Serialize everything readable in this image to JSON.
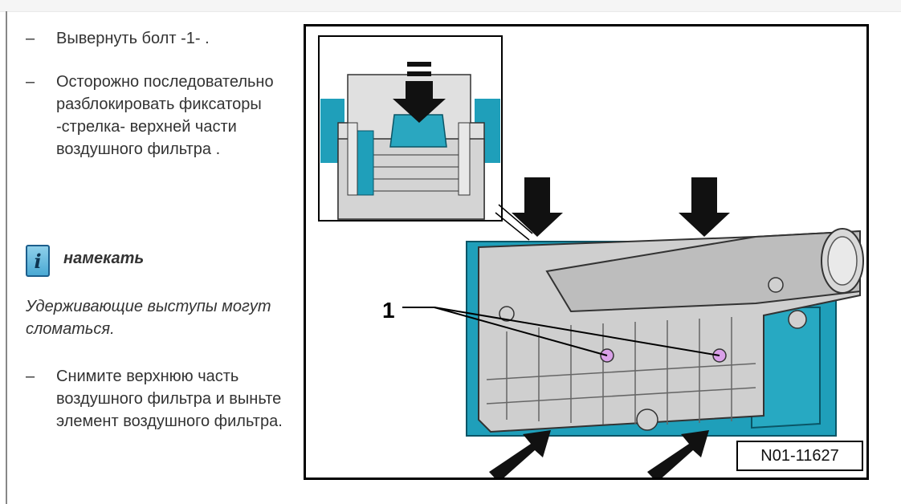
{
  "steps": [
    {
      "bullet": "–",
      "text": "Вывернуть болт -1- ."
    },
    {
      "bullet": "–",
      "text": "Осторожно последовательно разблокировать фиксаторы -стрелка- верхней части воздушного фильтра ."
    },
    {
      "bullet": "–",
      "text": "Снимите верхнюю часть воздушного фильтра и выньте элемент воздушного фильтра."
    }
  ],
  "note": {
    "icon": "info-icon",
    "title": "намекать",
    "text": "Удерживающие выступы могут сломаться."
  },
  "figure": {
    "callout_label": "1",
    "code": "N01-11627"
  },
  "colors": {
    "housing_blue": "#1f9fba",
    "housing_gray": "#c9c9c9",
    "bolt_pink": "#d9a0e8"
  }
}
